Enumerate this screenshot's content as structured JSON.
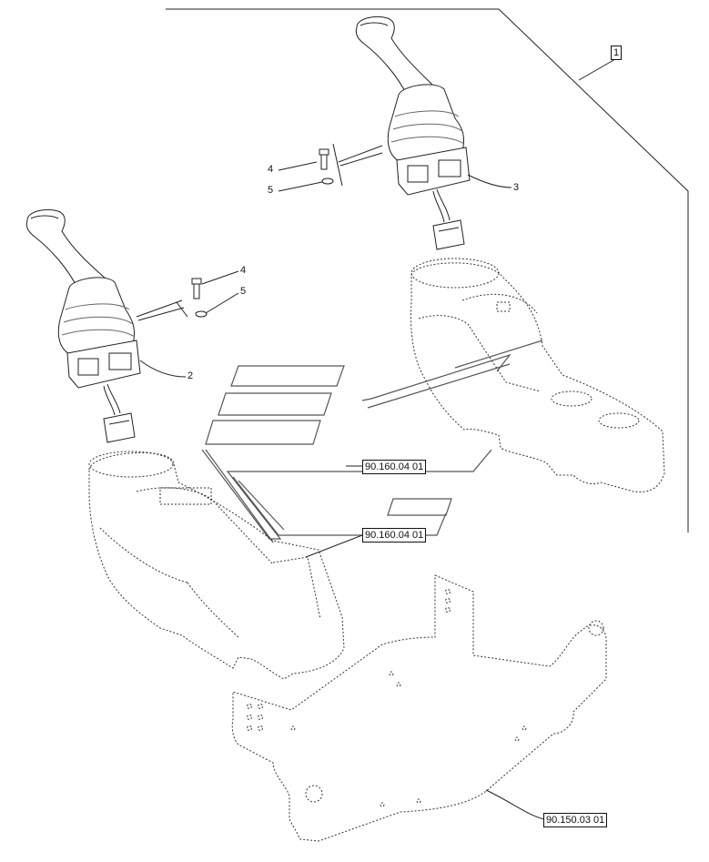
{
  "diagram": {
    "assembly_callout": "1",
    "item_labels": {
      "screw_upper": "4",
      "washer_upper": "5",
      "joystick_right": "3",
      "screw_lower": "4",
      "washer_lower": "5",
      "joystick_left": "2"
    },
    "references": {
      "console_right": "90.160.04 01",
      "console_left": "90.160.04 01",
      "bracket": "90.150.03 01"
    }
  }
}
